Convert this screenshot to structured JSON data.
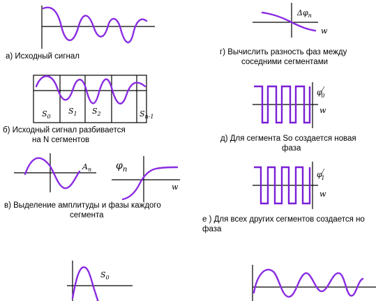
{
  "captions": {
    "a": "а) Исходный сигнал",
    "b_line1": "б) Исходный сигнал разбивается",
    "b_line2": "на N сегментов",
    "v_line1": "в) Выделение амплитуды и фазы каждого",
    "v_line2": "сегмента",
    "g_line1": "г) Вычислить разность фаз между",
    "g_line2": "соседними сегментами",
    "d_line1": "д) Для сегмента So  создается новая",
    "d_line2": "фаза",
    "e_line1": "е ) Для всех других  сегментов создается но",
    "e_line2": "фаза"
  },
  "labels": {
    "s0": "S",
    "s0_sub": "0",
    "s1": "S",
    "s1_sub": "1",
    "s2": "S",
    "s2_sub": "2",
    "sn": "S",
    "sn_sub": "n-1",
    "amp": "A",
    "amp_sub": "n",
    "phi": "φ",
    "phi_sub": "n",
    "w1": "w",
    "dphi": "Δφ",
    "dphi_sub": "n",
    "w2": "w",
    "phi0": "φ",
    "phi0_sup": "/",
    "phi0_sub": "0",
    "w3": "w",
    "phi1": "φ",
    "phi1_sup": "/",
    "phi1_sub": "1",
    "w4": "w",
    "s0_bottom": "S",
    "s0_bottom_sub": "0"
  },
  "colors": {
    "signal": "#8a2be2",
    "axis": "#000000",
    "background": "#ffffff"
  }
}
